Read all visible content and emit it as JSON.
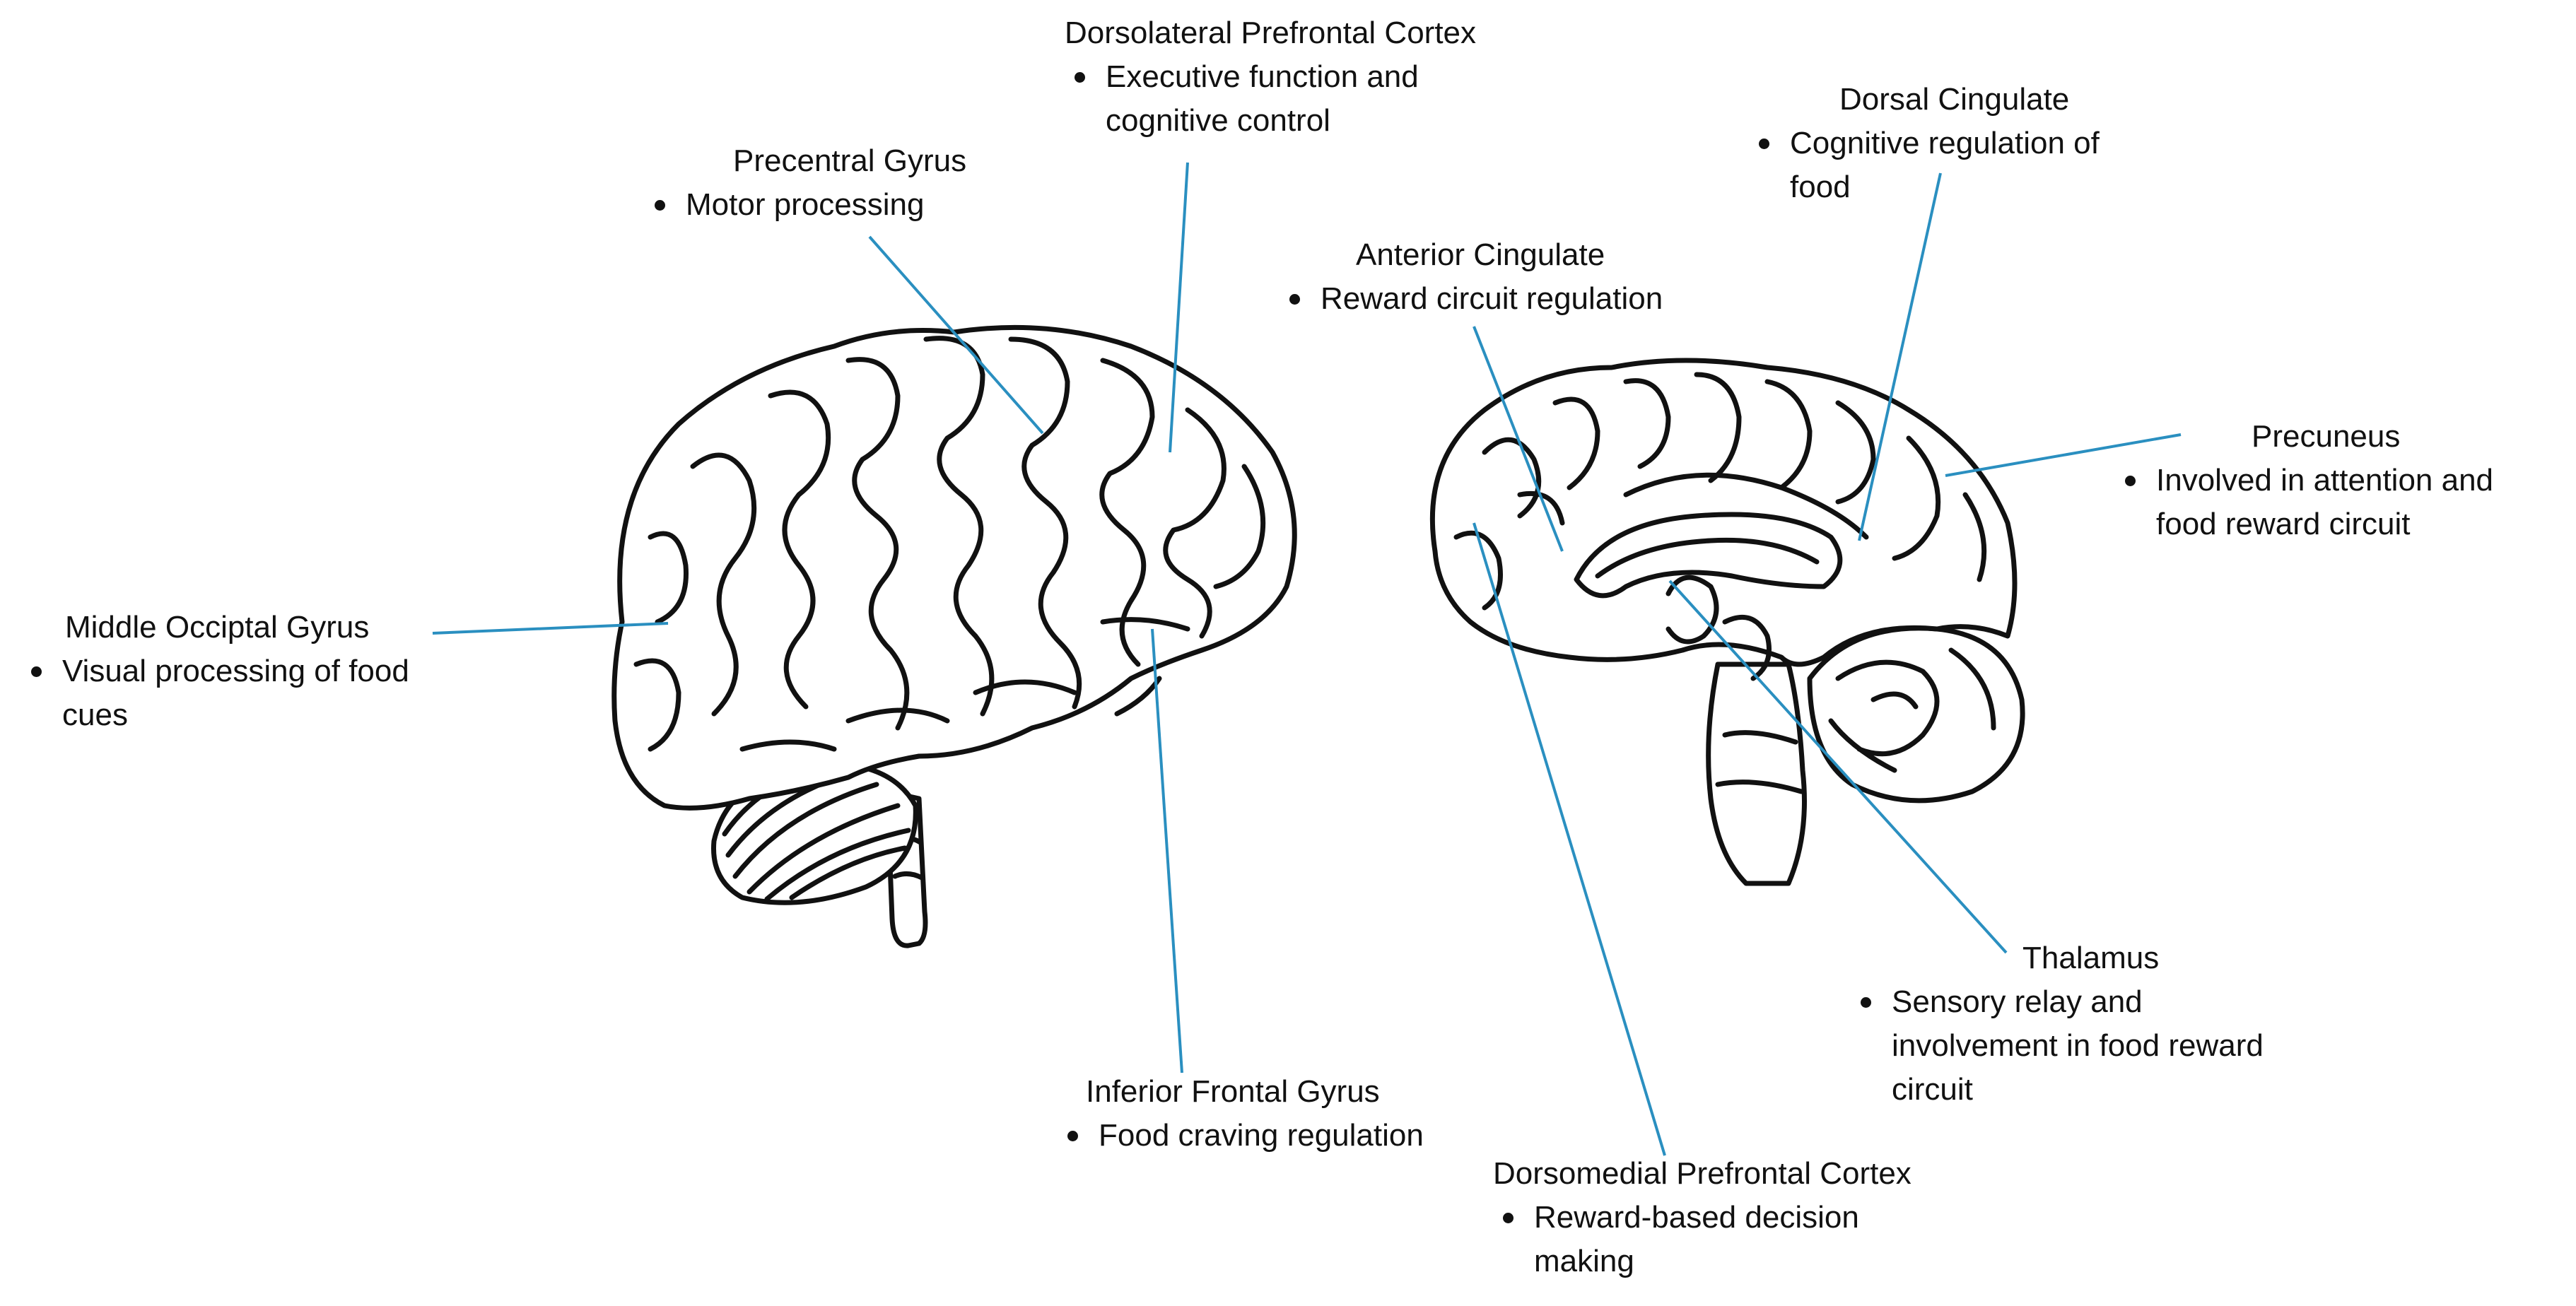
{
  "accent_color": "#2a8fc0",
  "labels": {
    "dlpfc": {
      "title": "Dorsolateral Prefrontal Cortex",
      "line1": "Executive function and",
      "line2": "cognitive control"
    },
    "precentral": {
      "title": "Precentral Gyrus",
      "line1": "Motor processing"
    },
    "middle_occipital": {
      "title": "Middle Occiptal Gyrus",
      "line1": "Visual processing of food",
      "line2": "cues"
    },
    "inferior_frontal": {
      "title": "Inferior Frontal Gyrus",
      "line1": "Food craving regulation"
    },
    "dorsal_cingulate": {
      "title": "Dorsal Cingulate",
      "line1": "Cognitive regulation of",
      "line2": "food"
    },
    "anterior_cingulate": {
      "title": "Anterior Cingulate",
      "line1": "Reward circuit regulation"
    },
    "precuneus": {
      "title": "Precuneus",
      "line1": "Involved in attention and",
      "line2": "food reward circuit"
    },
    "thalamus": {
      "title": "Thalamus",
      "line1": "Sensory relay and",
      "line2": "involvement in food reward",
      "line3": "circuit"
    },
    "dmpfc": {
      "title": "Dorsomedial Prefrontal Cortex",
      "line1": "Reward-based decision",
      "line2": "making"
    }
  }
}
